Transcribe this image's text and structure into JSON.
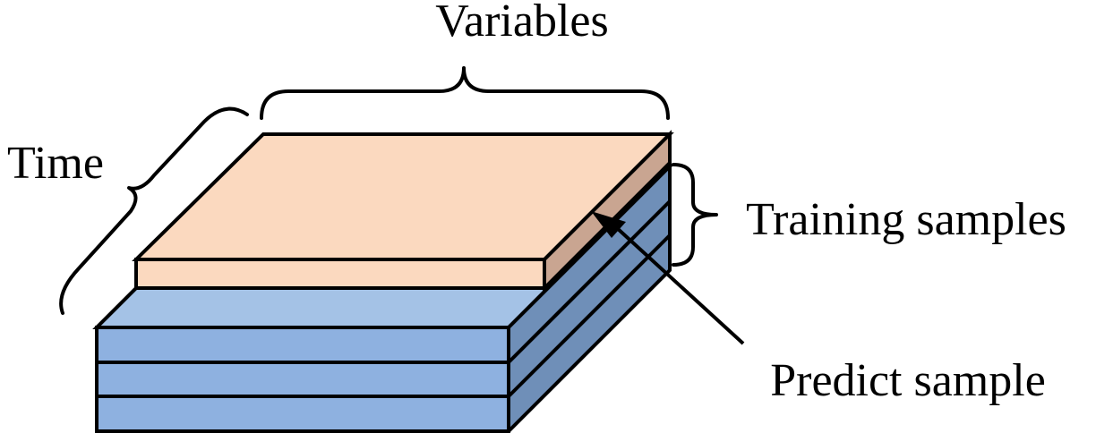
{
  "labels": {
    "variables": "Variables",
    "time": "Time",
    "training_samples": "Training samples",
    "predict_sample": "Predict sample"
  },
  "colors": {
    "background": "#ffffff",
    "predict_top": "#fbd9bf",
    "predict_front": "#fbd9bf",
    "predict_side": "#c9a591",
    "training_top": "#a4c2e6",
    "training_front": "#8eb1e0",
    "training_side": "#6f8fb8",
    "outline": "#000000"
  },
  "structure": {
    "training_layer_count": 3,
    "predict_layer_count": 1
  }
}
